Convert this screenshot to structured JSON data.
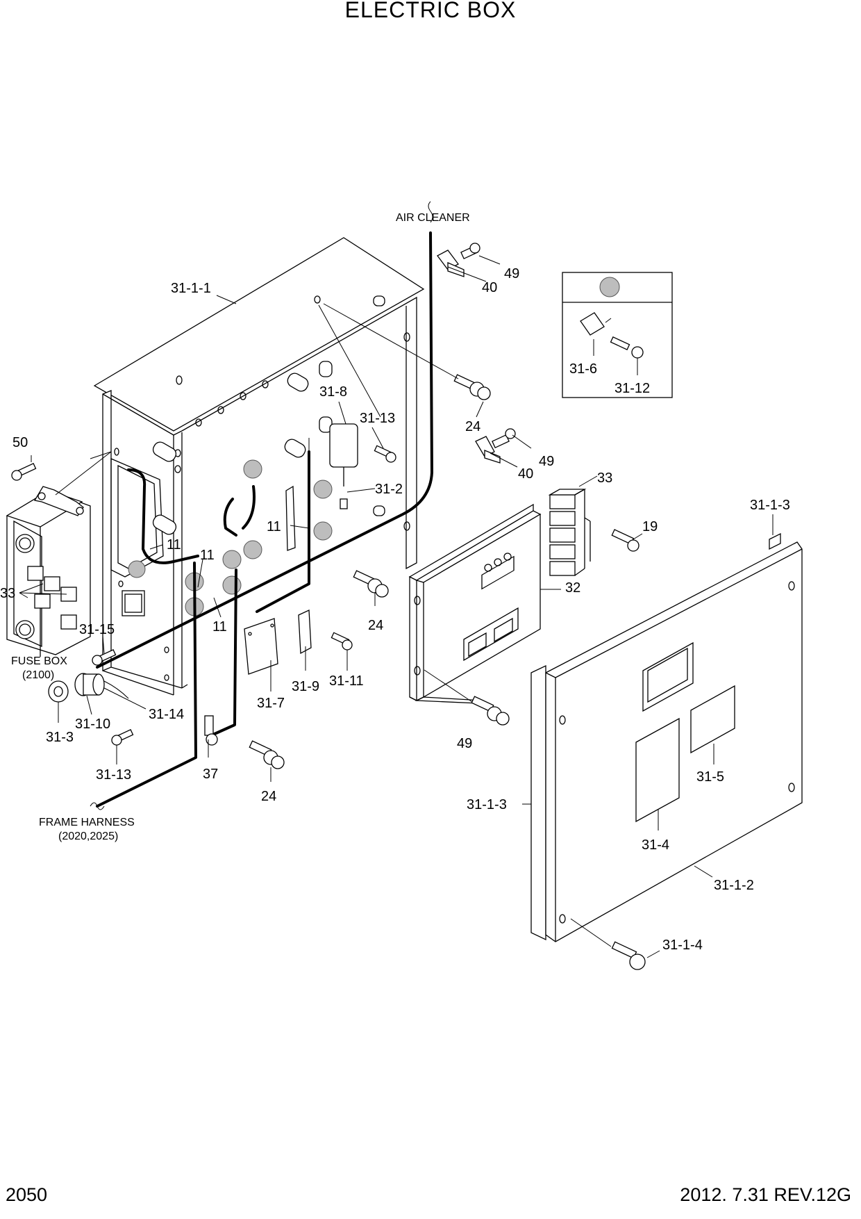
{
  "header": {
    "title": "ELECTRIC BOX"
  },
  "footer": {
    "page_number": "2050",
    "revision": "2012. 7.31  REV.12G"
  },
  "notes": {
    "air_cleaner": "AIR CLEANER",
    "fuse_box": "FUSE BOX",
    "fuse_box_ref": "(2100)",
    "frame_harness": "FRAME HARNESS",
    "frame_harness_ref": "(2020,2025)"
  },
  "parts": {
    "p_31_1_1": "31-1-1",
    "p_31_1_2": "31-1-2",
    "p_31_1_3_top": "31-1-3",
    "p_31_1_3_side": "31-1-3",
    "p_31_1_4": "31-1-4",
    "p_31_2": "31-2",
    "p_31_3": "31-3",
    "p_31_4": "31-4",
    "p_31_5": "31-5",
    "p_31_6": "31-6",
    "p_31_7": "31-7",
    "p_31_8": "31-8",
    "p_31_9": "31-9",
    "p_31_10": "31-10",
    "p_31_11": "31-11",
    "p_31_12": "31-12",
    "p_31_13_top": "31-13",
    "p_31_13_bottom": "31-13",
    "p_31_14": "31-14",
    "p_31_15": "31-15",
    "p_11_a": "11",
    "p_11_b": "11",
    "p_11_c": "11",
    "p_11_d": "11",
    "p_19": "19",
    "p_24_a": "24",
    "p_24_b": "24",
    "p_24_c": "24",
    "p_32": "32",
    "p_33_a": "33",
    "p_33_b": "33",
    "p_37": "37",
    "p_40_a": "40",
    "p_40_b": "40",
    "p_49_a": "49",
    "p_49_b": "49",
    "p_49_c": "49",
    "p_50": "50"
  }
}
